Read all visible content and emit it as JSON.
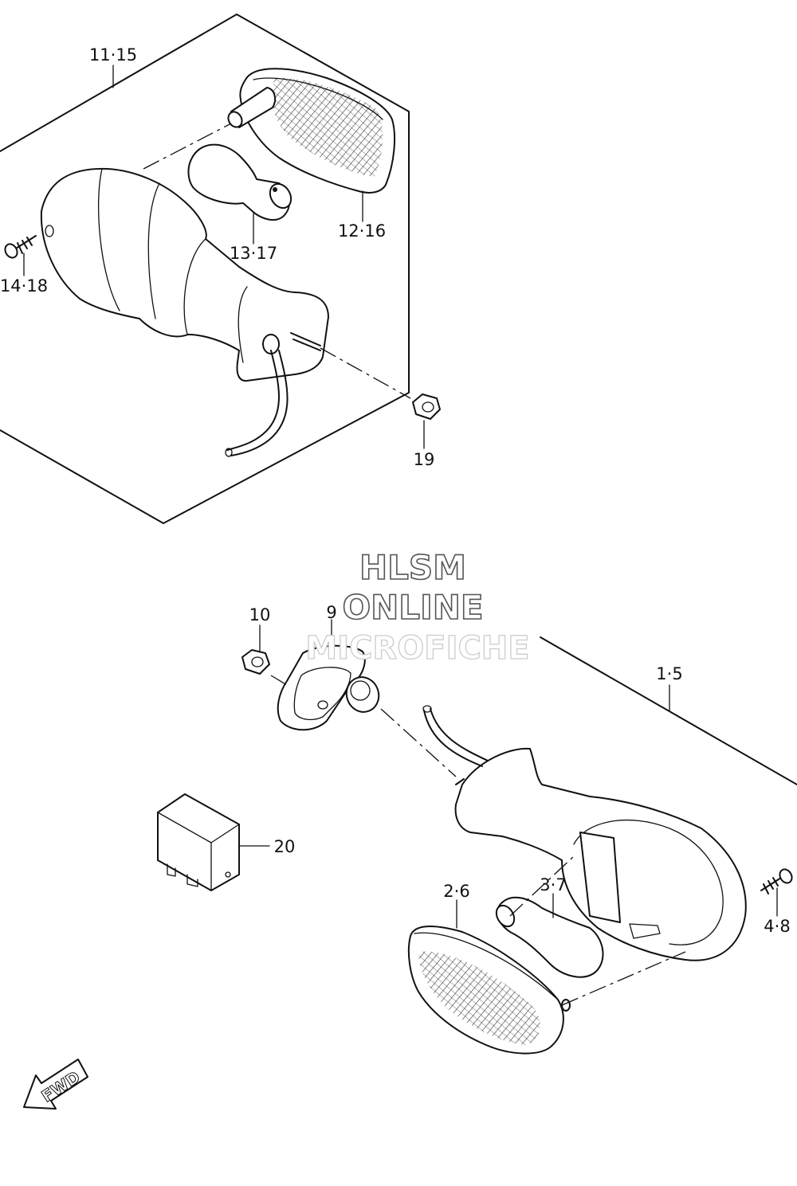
{
  "part_labels": {
    "assembly_rear": "11·15",
    "lens_rear": "12·16",
    "bulb_rear": "13·17",
    "screw_rear": "14·18",
    "nut_rear": "19",
    "nut_front": "10",
    "gasket": "9",
    "assembly_front": "1·5",
    "relay": "20",
    "lens_front": "2·6",
    "bulb_front": "3·7",
    "screw_front": "4·8"
  },
  "watermark": {
    "line1": "HLSM",
    "line2": "ONLINE",
    "line3": "MICROFICHE"
  },
  "direction_arrow": {
    "label": "FWD",
    "icon": "fwd-arrow-icon"
  },
  "colors": {
    "line": "#111111",
    "background": "#ffffff",
    "watermark_outline": "#555555",
    "watermark_faint": "#cccccc"
  }
}
